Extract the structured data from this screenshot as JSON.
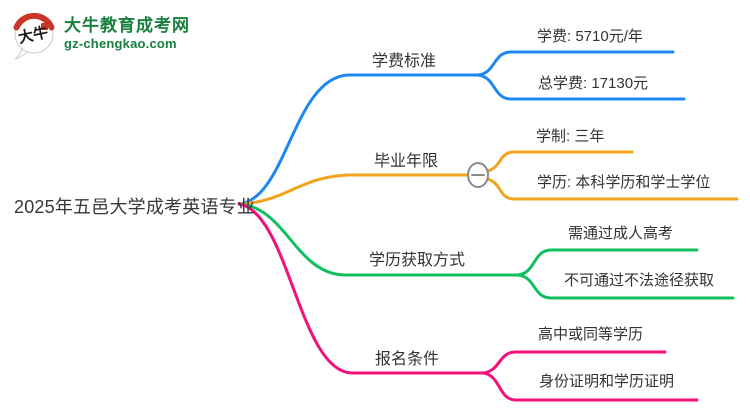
{
  "logo": {
    "mark_text": "大牛",
    "title": "大牛教育成考网",
    "subtitle": "gz-chengkao.com",
    "brand_green": "#17803E",
    "seal_red": "#C93527"
  },
  "root": {
    "label": "2025年五邑大学成考英语专业"
  },
  "branches": [
    {
      "id": "tuition-standard",
      "label": "学费标准",
      "color": "#1E88F0",
      "children": [
        {
          "label": "学费: 5710元/年"
        },
        {
          "label": "总学费: 17130元"
        }
      ]
    },
    {
      "id": "graduation-years",
      "label": "毕业年限",
      "color": "#F2A41C",
      "children": [
        {
          "label": "学制: 三年"
        },
        {
          "label": "学历: 本科学历和学士学位"
        }
      ]
    },
    {
      "id": "degree-obtain-method",
      "label": "学历获取方式",
      "color": "#11BF5E",
      "children": [
        {
          "label": "需通过成人高考"
        },
        {
          "label": "不可通过不法途径获取"
        }
      ]
    },
    {
      "id": "signup-requirements",
      "label": "报名条件",
      "color": "#F3117A",
      "children": [
        {
          "label": "高中或同等学历"
        },
        {
          "label": "身份证明和学历证明"
        }
      ]
    }
  ],
  "collapse": {
    "symbol": "−",
    "state": "expanded",
    "color": "#8A8A8A"
  },
  "text_color": "#333333"
}
